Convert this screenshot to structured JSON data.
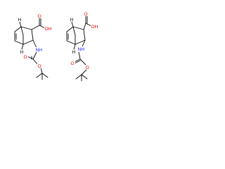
{
  "molecules": [
    {
      "atom_labels": {
        "acid_oxygen": "O",
        "acid_hydroxyl": "OH",
        "amide_nh": "NH",
        "carbamate_carbonyl_oxygen": "O",
        "carbamate_ether_oxygen": "O",
        "bridgehead_h_top": "H",
        "bridgehead_h_bottom": "H"
      }
    },
    {
      "atom_labels": {
        "acid_oxygen": "O",
        "acid_hydroxyl": "OH",
        "amide_nh": "NH",
        "carbamate_carbonyl_oxygen": "O",
        "carbamate_ether_oxygen": "O",
        "bridgehead_h_top": "H",
        "bridgehead_h_bottom": "H"
      }
    }
  ],
  "colors": {
    "bond": "#000000",
    "oxygen": "#e00000",
    "nitrogen": "#1a1aff"
  }
}
